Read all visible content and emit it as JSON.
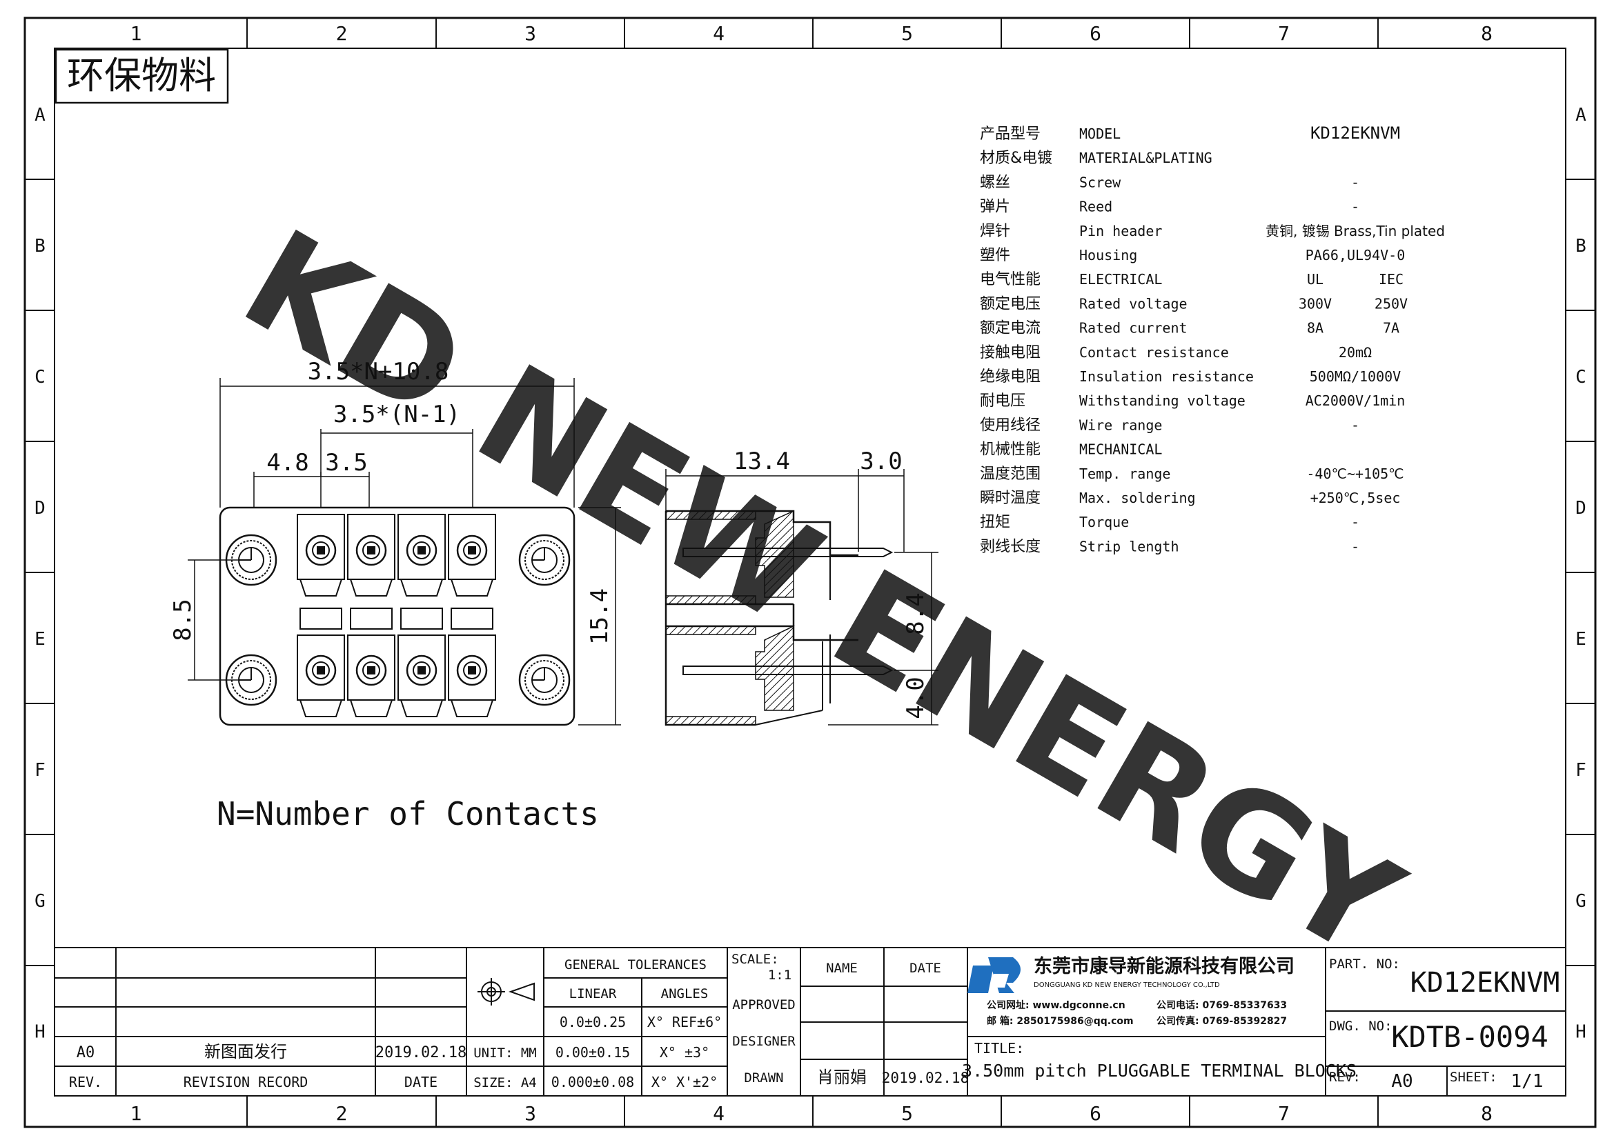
{
  "frame": {
    "col_numbers": [
      "1",
      "2",
      "3",
      "4",
      "5",
      "6",
      "7",
      "8"
    ],
    "row_letters": [
      "A",
      "B",
      "C",
      "D",
      "E",
      "F",
      "G",
      "H"
    ]
  },
  "stamp": "环保物料",
  "watermark": "KD NEW ENERGY",
  "specs": [
    {
      "cn": "产品型号",
      "en": "MODEL",
      "value": "KD12EKNVM"
    },
    {
      "cn": "材质&电镀",
      "en": "MATERIAL&PLATING",
      "value": ""
    },
    {
      "cn": "螺丝",
      "en": "Screw",
      "value": "-"
    },
    {
      "cn": "弹片",
      "en": "Reed",
      "value": "-"
    },
    {
      "cn": "焊针",
      "en": "Pin header",
      "value": "黄铜, 镀锡 Brass,Tin plated"
    },
    {
      "cn": "塑件",
      "en": "Housing",
      "value": "PA66,UL94V-0"
    },
    {
      "cn": "电气性能",
      "en": "ELECTRICAL",
      "ul": "UL",
      "iec": "IEC"
    },
    {
      "cn": "额定电压",
      "en": "Rated voltage",
      "ul": "300V",
      "iec": "250V"
    },
    {
      "cn": "额定电流",
      "en": "Rated current",
      "ul": "8A",
      "iec": "7A"
    },
    {
      "cn": "接触电阻",
      "en": "Contact resistance",
      "value": "20mΩ"
    },
    {
      "cn": "绝缘电阻",
      "en": "Insulation resistance",
      "value": "500MΩ/1000V"
    },
    {
      "cn": "耐电压",
      "en": "Withstanding voltage",
      "value": "AC2000V/1min"
    },
    {
      "cn": "使用线径",
      "en": "Wire range",
      "value": "-"
    },
    {
      "cn": "机械性能",
      "en": "MECHANICAL",
      "value": ""
    },
    {
      "cn": "温度范围",
      "en": "Temp. range",
      "value": "-40℃~+105℃"
    },
    {
      "cn": "瞬时温度",
      "en": "Max. soldering",
      "value": "+250℃,5sec"
    },
    {
      "cn": "扭矩",
      "en": "Torque",
      "value": "-"
    },
    {
      "cn": "剥线长度",
      "en": "Strip length",
      "value": "-"
    }
  ],
  "dims": {
    "overall": "3.5*N+10.8",
    "pitch_total": "3.5*(N-1)",
    "edge": "4.8",
    "pitch": "3.5",
    "row_spacing": "8.5",
    "height": "15.4",
    "side_depth": "13.4",
    "side_pin": "3.0",
    "side_pitch": "8.4",
    "side_bottom": "4.0"
  },
  "note": "N=Number of Contacts",
  "title_block": {
    "general_tolerances": "GENERAL TOLERANCES",
    "linear": "LINEAR",
    "angles": "ANGLES",
    "tol_rows": [
      {
        "linear": "0.0±0.25",
        "angle": "X° REF±6°"
      },
      {
        "linear": "0.00±0.15",
        "angle": "X° ±3°"
      },
      {
        "linear": "0.000±0.08",
        "angle": "X° X'±2°"
      }
    ],
    "unit": "UNIT: MM",
    "size": "SIZE: A4",
    "scale_label": "SCALE:",
    "scale_value": "1:1",
    "name_header": "NAME",
    "date_header": "DATE",
    "approved": "APPROVED",
    "designer": "DESIGNER",
    "drawn": "DRAWN",
    "drawn_name": "肖丽娟",
    "drawn_date": "2019.02.18",
    "rev_code": "A0",
    "rev_record": "新图面发行",
    "rev_date": "2019.02.18",
    "rev_header": "REV.",
    "revision_record_header": "REVISION RECORD",
    "date_col_header": "DATE",
    "company_cn": "东莞市康导新能源科技有限公司",
    "company_en": "DONGGUANG KD NEW ENERGY TECHNOLOGY CO.,LTD",
    "website": "公司网址: www.dgconne.cn",
    "phone": "公司电话: 0769-85337633",
    "email": "邮    箱: 2850175986@qq.com",
    "fax": "公司传真: 0769-85392827",
    "title_label": "TITLE:",
    "title": "3.50mm pitch PLUGGABLE TERMINAL BLOCKS",
    "part_no_label": "PART. NO:",
    "part_no": "KD12EKNVM",
    "dwg_no_label": "DWG. NO:",
    "dwg_no": "KDTB-0094",
    "rev_label": "REV:",
    "rev_value": "A0",
    "sheet_label": "SHEET:",
    "sheet_value": "1/1"
  },
  "colors": {
    "watermark": "#4df2f2",
    "logo": "#1f6fbf",
    "line": "#111111"
  }
}
